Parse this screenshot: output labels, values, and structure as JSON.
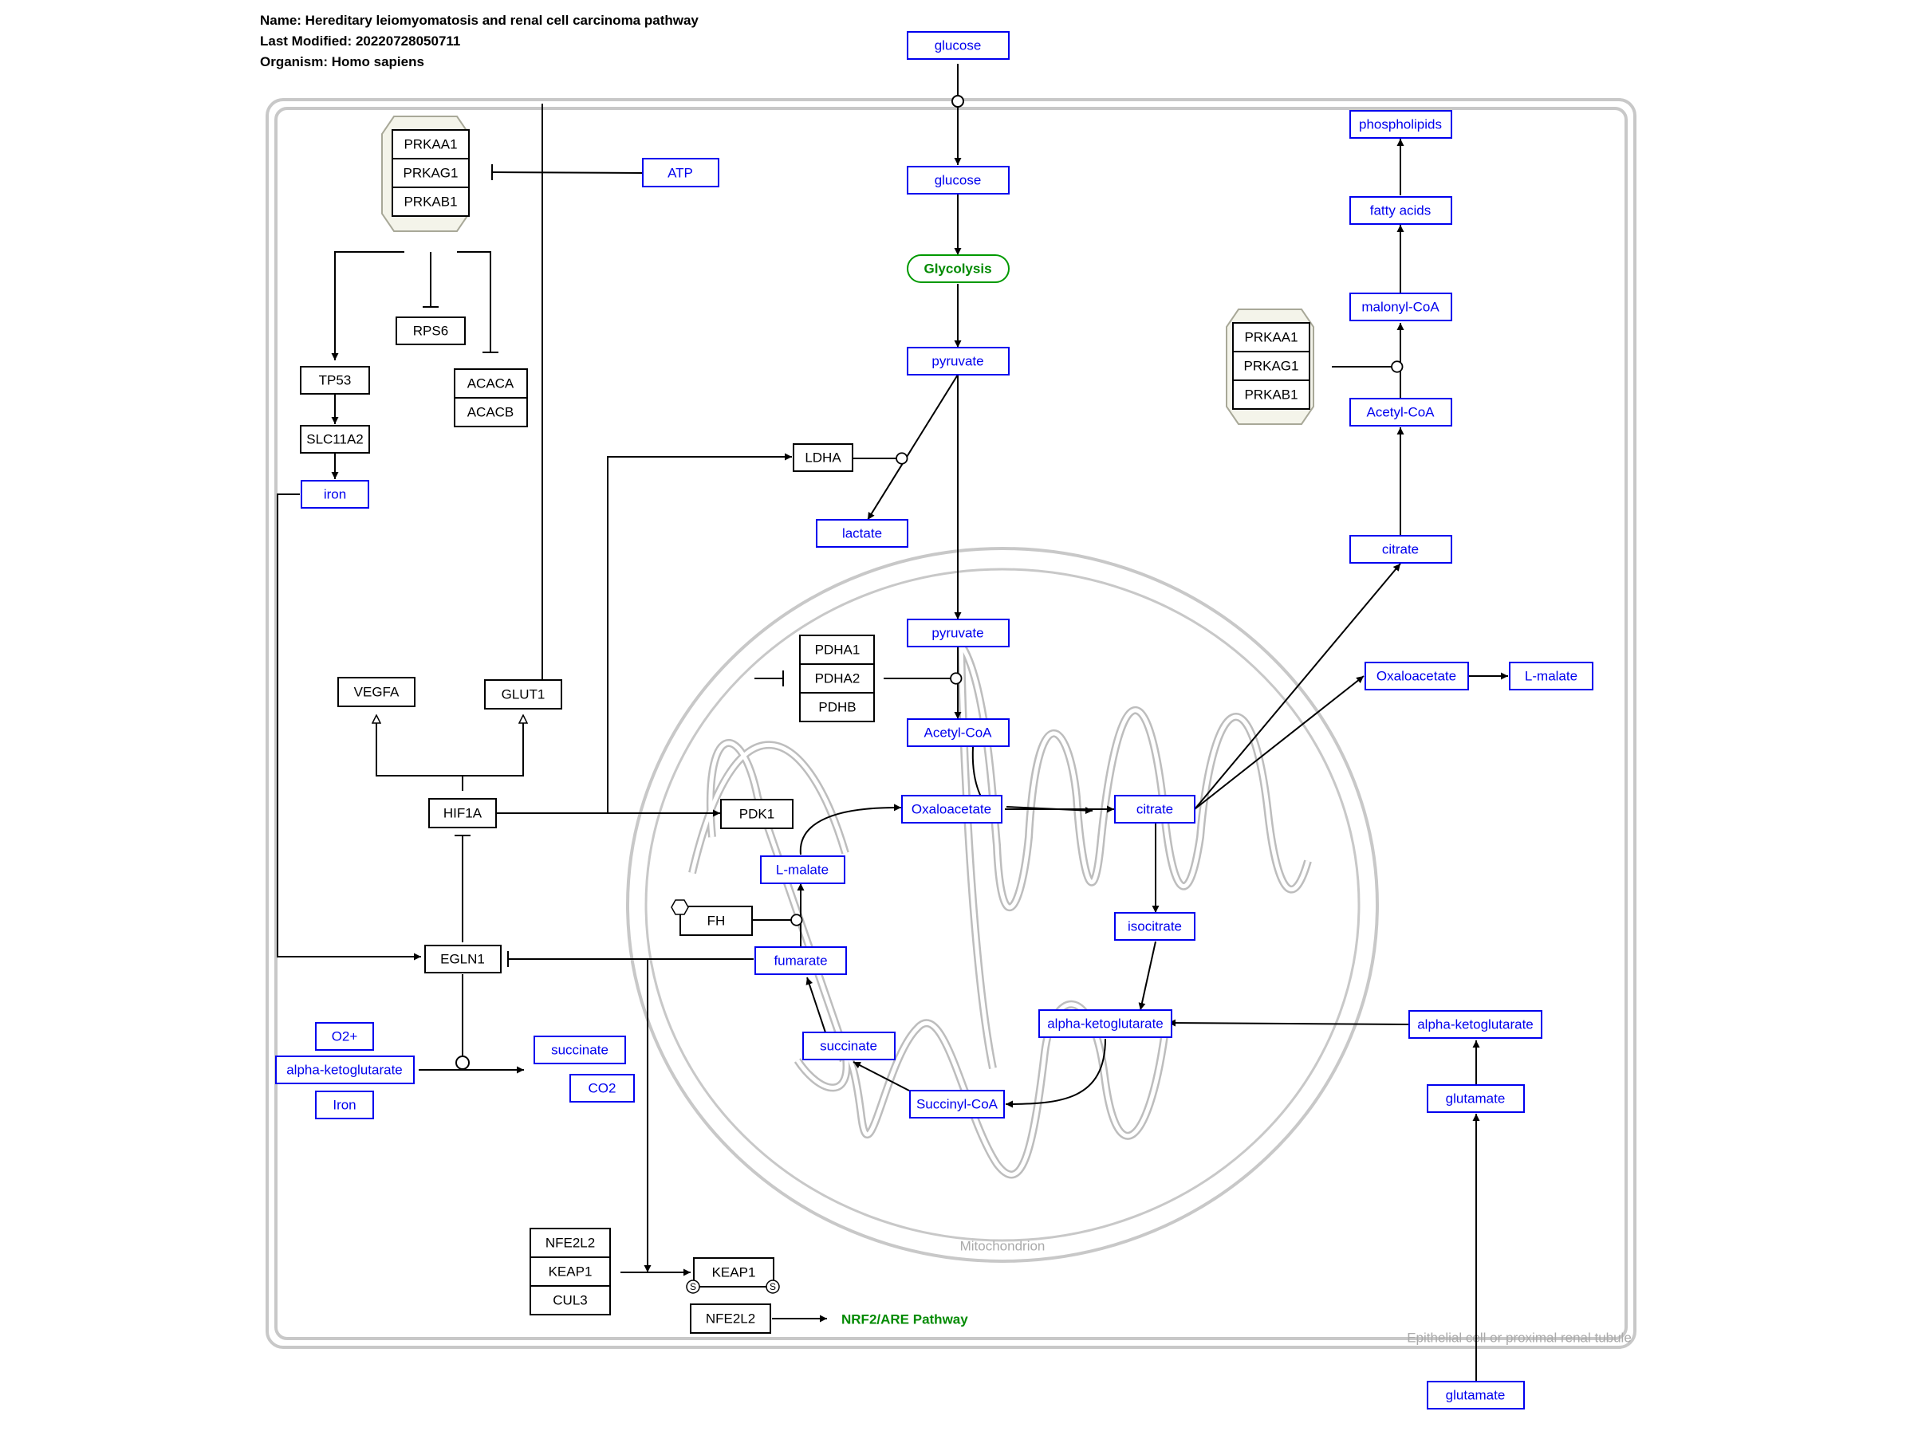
{
  "header": {
    "name": "Name: Hereditary leiomyomatosis and renal cell carcinoma pathway",
    "modified": "Last Modified: 20220728050711",
    "organism": "Organism: Homo sapiens"
  },
  "compartments": {
    "cell": "Epithelial cell or proximal renal tubule",
    "mito": "Mitochondrion"
  },
  "metabolites": {
    "glucose_ext": "glucose",
    "glucose": "glucose",
    "pyruvate": "pyruvate",
    "lactate": "lactate",
    "pyruvate_mito": "pyruvate",
    "acetylcoa_mito": "Acetyl-CoA",
    "oxaloacetate_mito": "Oxaloacetate",
    "citrate_mito": "citrate",
    "isocitrate": "isocitrate",
    "akg_mito": "alpha-ketoglutarate",
    "succinylcoa": "Succinyl-CoA",
    "succinate_mito": "succinate",
    "fumarate": "fumarate",
    "lmalate_mito": "L-malate",
    "citrate_cyto": "citrate",
    "acetylcoa_cyto": "Acetyl-CoA",
    "malonylcoa": "malonyl-CoA",
    "fattyacids": "fatty acids",
    "phospholipids": "phospholipids",
    "oxaloacetate_cyto": "Oxaloacetate",
    "lmalate_cyto": "L-malate",
    "akg_cyto": "alpha-ketoglutarate",
    "glutamate_cyto": "glutamate",
    "glutamate_ext": "glutamate",
    "atp": "ATP",
    "iron": "iron",
    "o2": "O2+",
    "akg_left": "alpha-ketoglutarate",
    "iron2": "Iron",
    "succinate_out": "succinate",
    "co2": "CO2"
  },
  "genes": {
    "ampk1": [
      "PRKAA1",
      "PRKAG1",
      "PRKAB1"
    ],
    "ampk2": [
      "PRKAA1",
      "PRKAG1",
      "PRKAB1"
    ],
    "rps6": "RPS6",
    "tp53": "TP53",
    "slc11a2": "SLC11A2",
    "acc": [
      "ACACA",
      "ACACB"
    ],
    "ldha": "LDHA",
    "vegfa": "VEGFA",
    "glut1": "GLUT1",
    "hif1a": "HIF1A",
    "pdk1": "PDK1",
    "pdh": [
      "PDHA1",
      "PDHA2",
      "PDHB"
    ],
    "fh": "FH",
    "egln1": "EGLN1",
    "nrf_complex": [
      "NFE2L2",
      "KEAP1",
      "CUL3"
    ],
    "keap1": "KEAP1",
    "nfe2l2": "NFE2L2",
    "mod_s": "S"
  },
  "pathways": {
    "glycolysis": "Glycolysis",
    "nrf2": "NRF2/ARE Pathway"
  }
}
